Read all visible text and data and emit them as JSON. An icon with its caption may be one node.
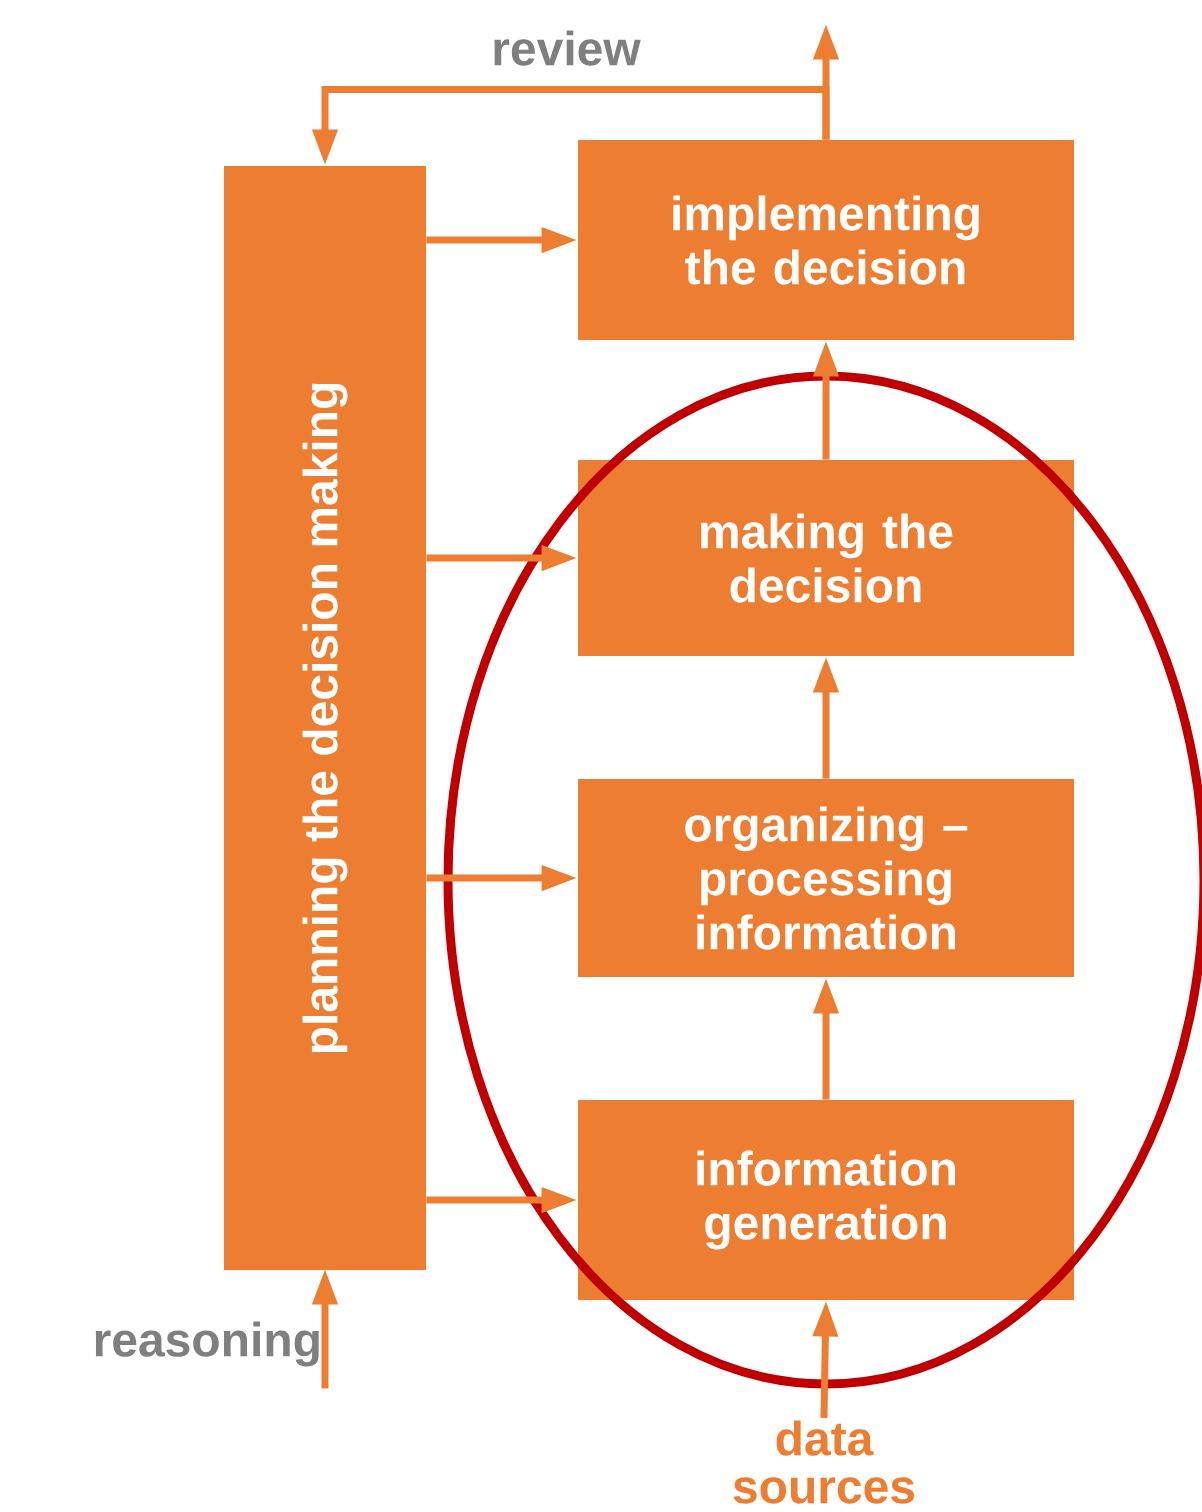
{
  "diagram": {
    "nodes": [
      {
        "text": [
          "planning the decision making"
        ]
      },
      {
        "text": [
          "implementing the decision"
        ]
      },
      {
        "text": [
          "making the decision"
        ]
      },
      {
        "text": [
          "organizing – processing information"
        ]
      },
      {
        "text": [
          "information generation"
        ]
      },
      {
        "text": [
          "data sources"
        ]
      },
      {
        "text": [
          "reasoning"
        ]
      }
    ],
    "edges": [
      {
        "from": 0,
        "to": 1,
        "arrow": "to"
      },
      {
        "from": 0,
        "to": 2,
        "arrow": "to"
      },
      {
        "from": 0,
        "to": 3,
        "arrow": "to"
      },
      {
        "from": 0,
        "to": 4,
        "arrow": "to"
      },
      {
        "from": 4,
        "to": 3,
        "arrow": "to"
      },
      {
        "from": 3,
        "to": 2,
        "arrow": "to"
      },
      {
        "from": 2,
        "to": 1,
        "arrow": "to"
      },
      {
        "from": 5,
        "to": 4,
        "arrow": "to"
      },
      {
        "from": 6,
        "to": 0,
        "arrow": "to"
      },
      {
        "from": 1,
        "to": 0,
        "arrow": "to",
        "label": "review"
      },
      {
        "from": 1,
        "to": null,
        "arrow": "to"
      }
    ]
  }
}
